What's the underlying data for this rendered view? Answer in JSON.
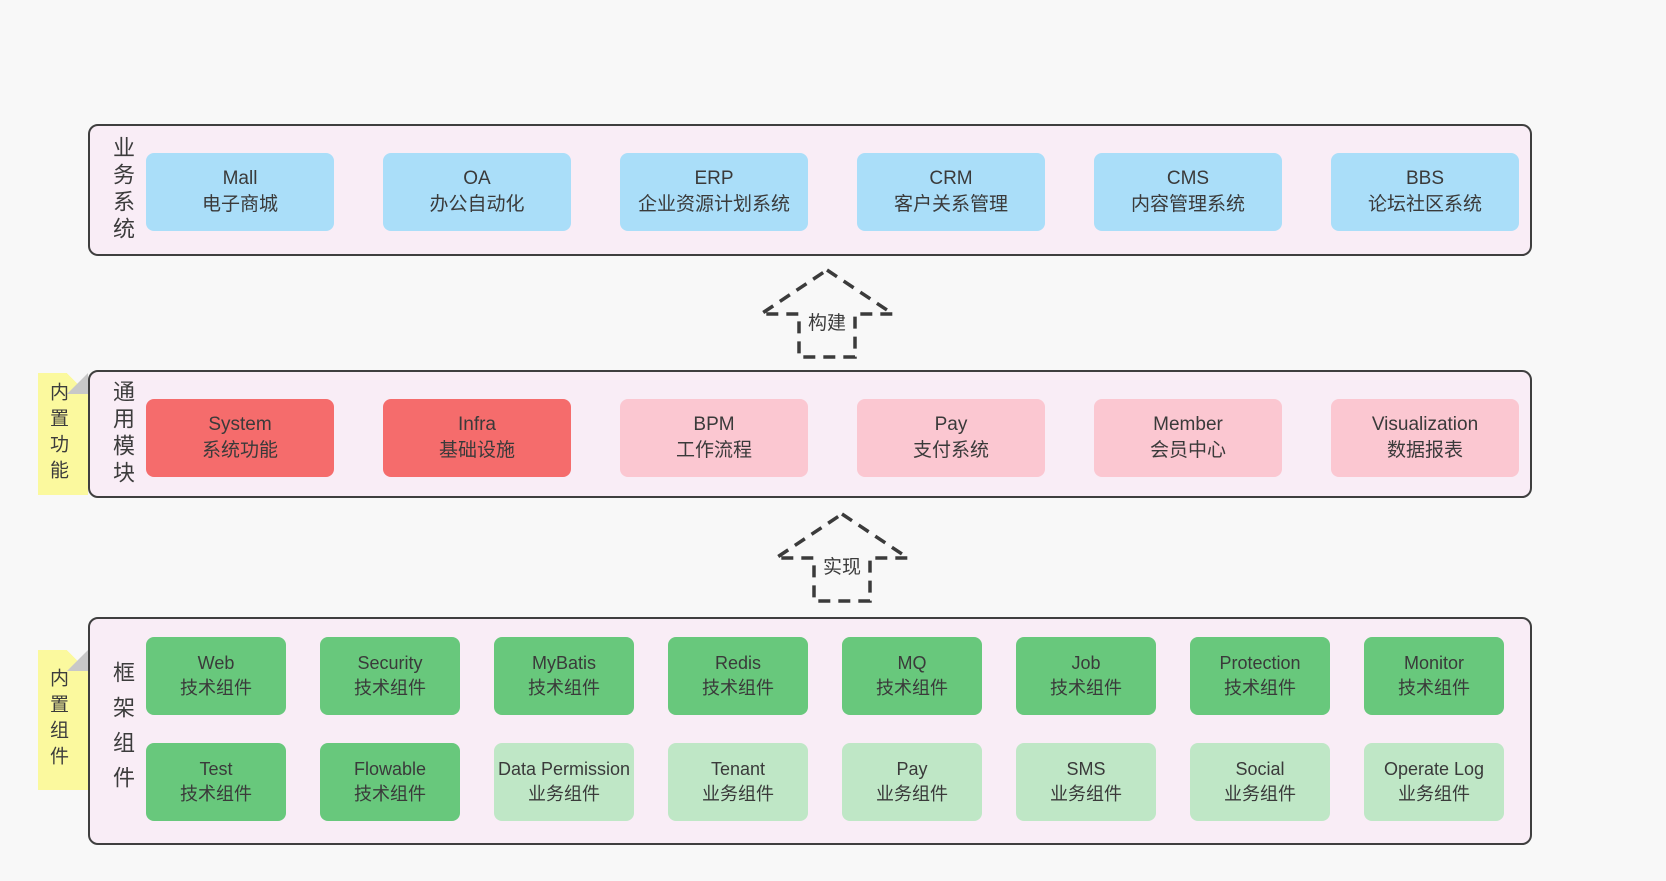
{
  "colors": {
    "page_background": "#f8f8f8",
    "band_background": "#f9edf6",
    "band_border": "#3f3f3f",
    "box_blue": "#aadef9",
    "box_red": "#f56c6c",
    "box_pink": "#fbc7d1",
    "box_green": "#68c87c",
    "box_light_green": "#bfe7c6",
    "sticky_yellow": "#fbf99e",
    "sticky_fold_gray": "#c8c8c8",
    "text": "#3c3c3c"
  },
  "bands": [
    {
      "label": "业务系统",
      "boxes": [
        {
          "name": "Mall",
          "desc": "电子商城",
          "variant": "blue"
        },
        {
          "name": "OA",
          "desc": "办公自动化",
          "variant": "blue"
        },
        {
          "name": "ERP",
          "desc": "企业资源计划系统",
          "variant": "blue"
        },
        {
          "name": "CRM",
          "desc": "客户关系管理",
          "variant": "blue"
        },
        {
          "name": "CMS",
          "desc": "内容管理系统",
          "variant": "blue"
        },
        {
          "name": "BBS",
          "desc": "论坛社区系统",
          "variant": "blue"
        }
      ]
    },
    {
      "label": "通用模块",
      "sticky": "内置功能",
      "boxes": [
        {
          "name": "System",
          "desc": "系统功能",
          "variant": "red"
        },
        {
          "name": "Infra",
          "desc": "基础设施",
          "variant": "red"
        },
        {
          "name": "BPM",
          "desc": "工作流程",
          "variant": "pink"
        },
        {
          "name": "Pay",
          "desc": "支付系统",
          "variant": "pink"
        },
        {
          "name": "Member",
          "desc": "会员中心",
          "variant": "pink"
        },
        {
          "name": "Visualization",
          "desc": "数据报表",
          "variant": "pink"
        }
      ]
    },
    {
      "label": "框架组件",
      "sticky": "内置组件",
      "row1": [
        {
          "name": "Web",
          "desc": "技术组件",
          "variant": "green"
        },
        {
          "name": "Security",
          "desc": "技术组件",
          "variant": "green"
        },
        {
          "name": "MyBatis",
          "desc": "技术组件",
          "variant": "green"
        },
        {
          "name": "Redis",
          "desc": "技术组件",
          "variant": "green"
        },
        {
          "name": "MQ",
          "desc": "技术组件",
          "variant": "green"
        },
        {
          "name": "Job",
          "desc": "技术组件",
          "variant": "green"
        },
        {
          "name": "Protection",
          "desc": "技术组件",
          "variant": "green"
        },
        {
          "name": "Monitor",
          "desc": "技术组件",
          "variant": "green"
        }
      ],
      "row2": [
        {
          "name": "Test",
          "desc": "技术组件",
          "variant": "green"
        },
        {
          "name": "Flowable",
          "desc": "技术组件",
          "variant": "green"
        },
        {
          "name": "Data Permission",
          "desc": "业务组件",
          "variant": "lightgreen"
        },
        {
          "name": "Tenant",
          "desc": "业务组件",
          "variant": "lightgreen"
        },
        {
          "name": "Pay",
          "desc": "业务组件",
          "variant": "lightgreen"
        },
        {
          "name": "SMS",
          "desc": "业务组件",
          "variant": "lightgreen"
        },
        {
          "name": "Social",
          "desc": "业务组件",
          "variant": "lightgreen"
        },
        {
          "name": "Operate Log",
          "desc": "业务组件",
          "variant": "lightgreen"
        }
      ]
    }
  ],
  "arrows": [
    {
      "label": "构建"
    },
    {
      "label": "实现"
    }
  ]
}
